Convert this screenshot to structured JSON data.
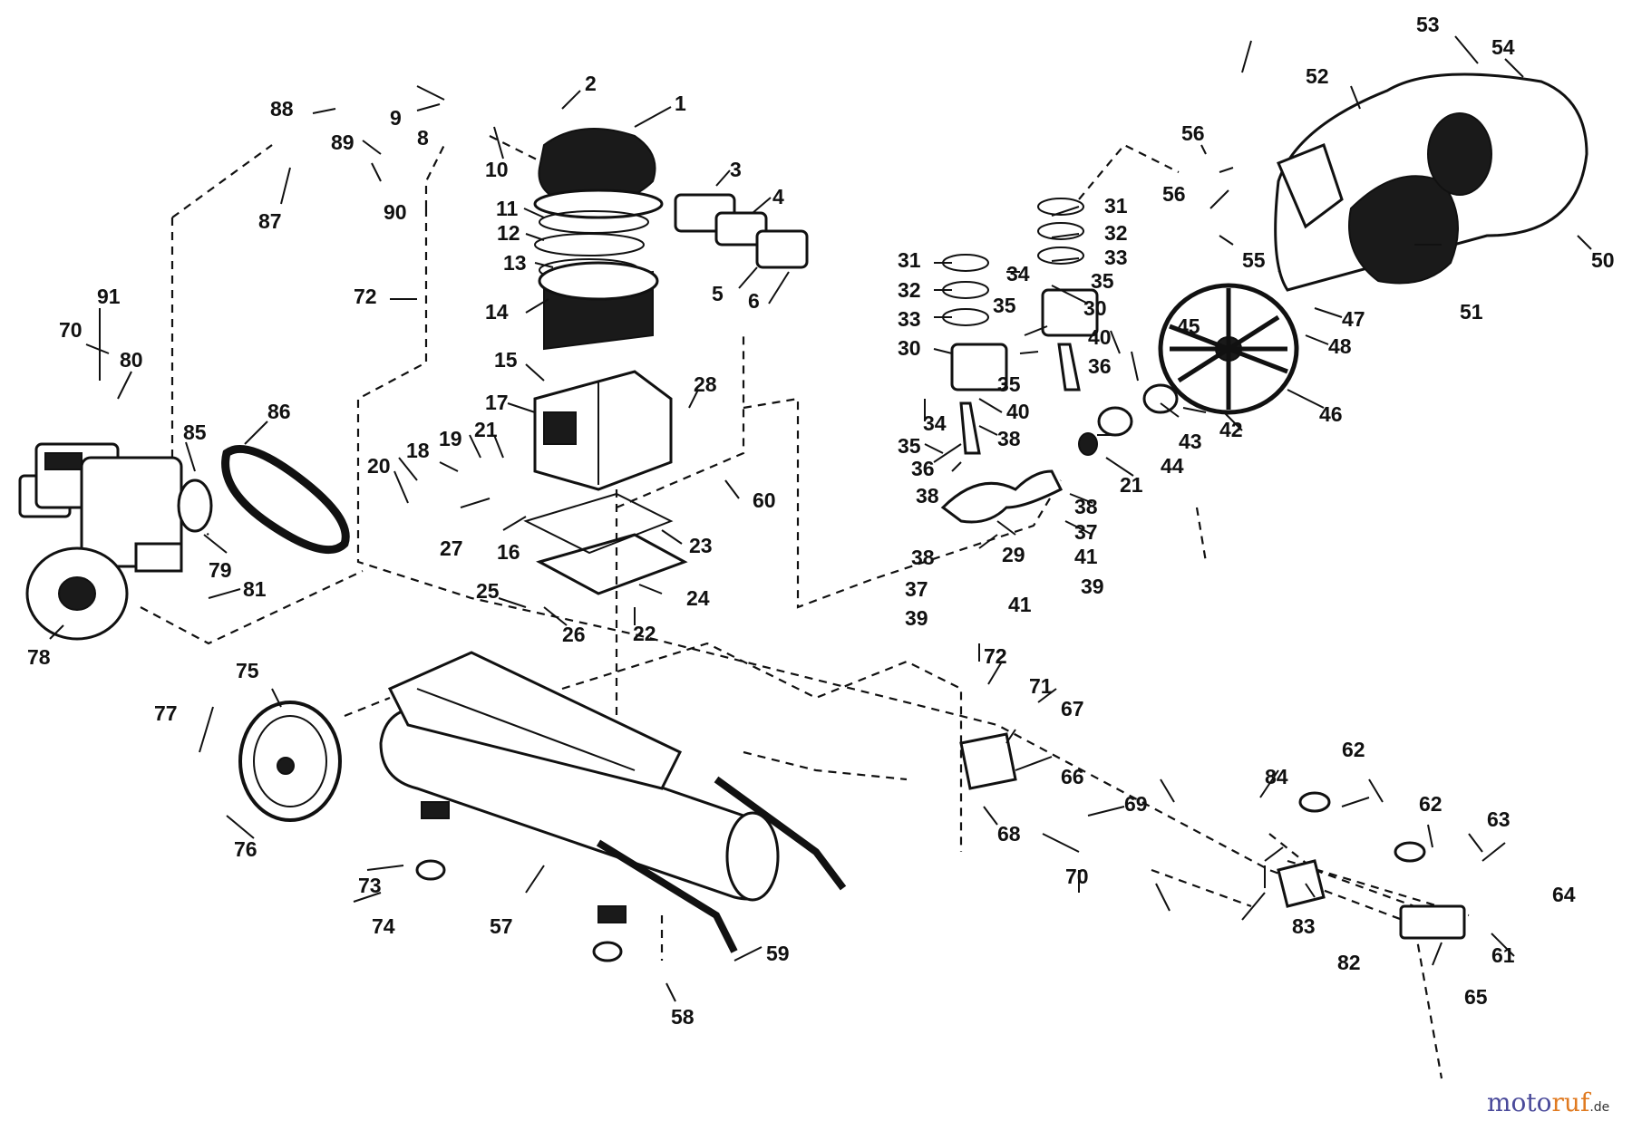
{
  "diagram": {
    "type": "exploded-parts-view",
    "part_numbers": [
      "1",
      "2",
      "3",
      "4",
      "5",
      "6",
      "8",
      "9",
      "10",
      "11",
      "12",
      "13",
      "14",
      "15",
      "16",
      "17",
      "18",
      "19",
      "20",
      "21",
      "22",
      "23",
      "24",
      "25",
      "26",
      "27",
      "28",
      "29",
      "30",
      "31",
      "32",
      "33",
      "34",
      "35",
      "36",
      "37",
      "38",
      "39",
      "40",
      "41",
      "42",
      "43",
      "44",
      "45",
      "46",
      "47",
      "48",
      "50",
      "51",
      "52",
      "53",
      "54",
      "55",
      "56",
      "57",
      "58",
      "59",
      "60",
      "61",
      "62",
      "63",
      "64",
      "65",
      "66",
      "67",
      "68",
      "69",
      "70",
      "71",
      "72",
      "73",
      "74",
      "75",
      "76",
      "77",
      "78",
      "79",
      "80",
      "81",
      "82",
      "83",
      "84",
      "85",
      "86",
      "87",
      "88",
      "89",
      "90",
      "91"
    ]
  },
  "watermark": {
    "part1": "moto",
    "part2": "ruf",
    "suffix": ".de"
  }
}
